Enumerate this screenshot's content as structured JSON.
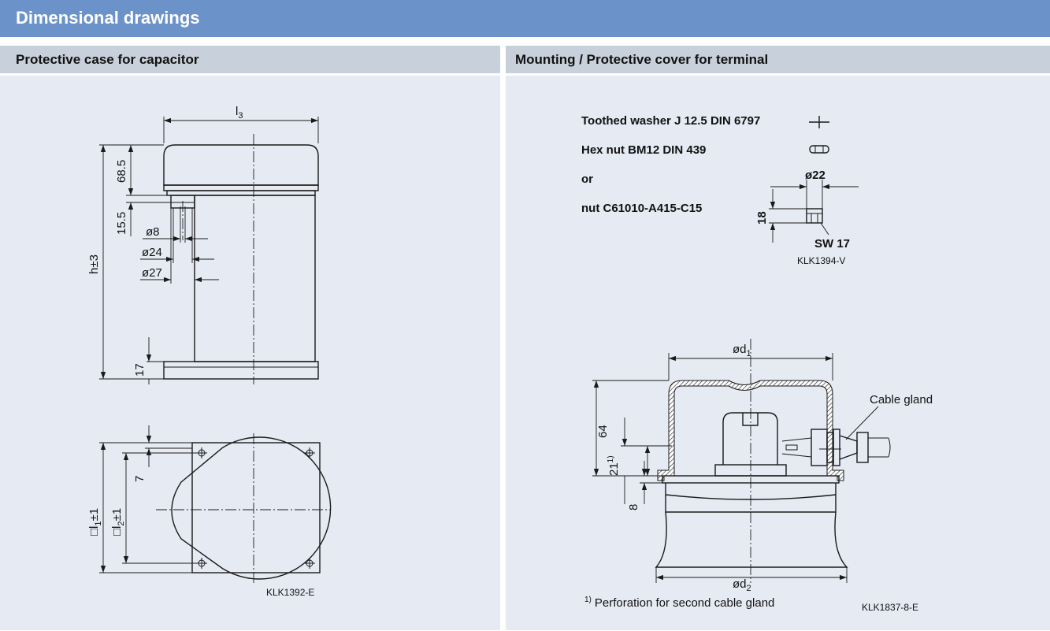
{
  "header": {
    "title": "Dimensional drawings"
  },
  "sections": {
    "left": {
      "title": "Protective case for capacitor",
      "dims": {
        "l3": "l",
        "l3_sub": "3",
        "d68": "68.5",
        "d155": "15.5",
        "o8": "ø8",
        "o24": "ø24",
        "o27": "ø27",
        "h": "h±3",
        "d17": "17",
        "d7": "7",
        "l1_pre": "□l",
        "l1_sub": "1",
        "l1_post": "±1",
        "l2_pre": "□l",
        "l2_sub": "2",
        "l2_post": "±1"
      },
      "ref": "KLK1392-E"
    },
    "right": {
      "title": "Mounting / Protective cover for terminal",
      "parts": {
        "washer": "Toothed washer J 12.5 DIN 6797",
        "hexnut": "Hex nut BM12 DIN 439",
        "or": "or",
        "nut": "nut C61010-A415-C15"
      },
      "dims": {
        "o22": "ø22",
        "d18": "18",
        "sw": "SW 17",
        "od1": "ød",
        "od1_sub": "1",
        "od2": "ød",
        "od2_sub": "2",
        "d64": "64",
        "d21": "21",
        "d21_sup": "1)",
        "d8": "8",
        "cable": "Cable gland"
      },
      "ref_top": "KLK1394-V",
      "footnote_sup": "1)",
      "footnote": "Perforation for second cable gland",
      "ref_bottom": "KLK1837-8-E"
    }
  }
}
